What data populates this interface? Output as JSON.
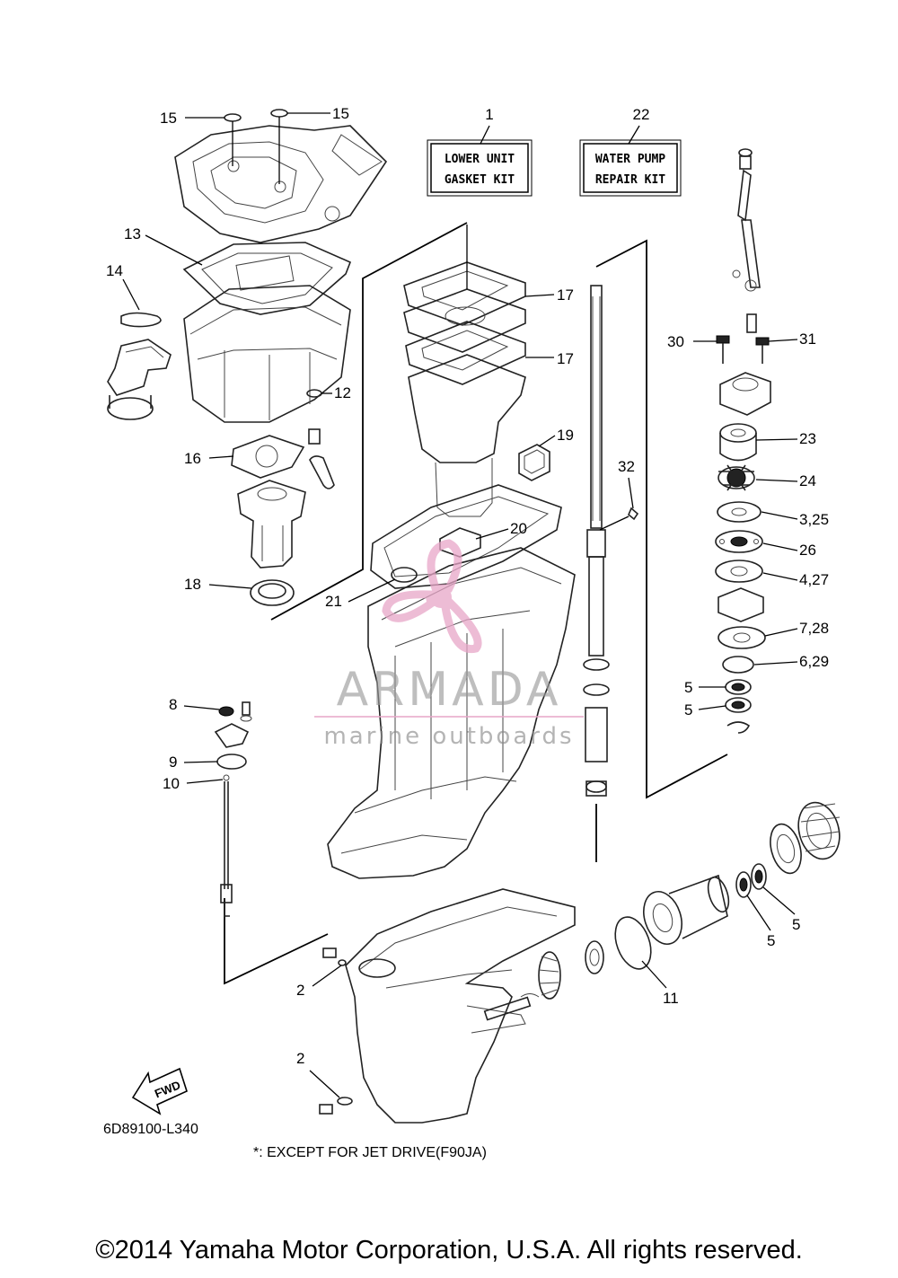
{
  "kits": {
    "lower_unit": {
      "number": "1",
      "line1": "LOWER UNIT",
      "line2": "GASKET KIT"
    },
    "water_pump": {
      "number": "22",
      "line1": "WATER PUMP",
      "line2": "REPAIR KIT"
    }
  },
  "callouts": {
    "c15a": "15",
    "c15b": "15",
    "c13": "13",
    "c14": "14",
    "c12": "12",
    "c16": "16",
    "c18": "18",
    "c17a": "17",
    "c17b": "17",
    "c19": "19",
    "c20": "20",
    "c21": "21",
    "c32": "32",
    "c30": "30",
    "c31": "31",
    "c23": "23",
    "c24": "24",
    "c3_25": "3,25",
    "c26": "26",
    "c4_27": "4,27",
    "c7_28": "7,28",
    "c6_29": "6,29",
    "c5a": "5",
    "c5b": "5",
    "c8": "8",
    "c9": "9",
    "c10": "10",
    "c5c": "5",
    "c5d": "5",
    "c11": "11",
    "c2a": "2",
    "c2b": "2"
  },
  "watermark": {
    "brand": "ARMADA",
    "tagline": "marine outboards",
    "accent": "#e8a6c8"
  },
  "fwd_label": "FWD",
  "doc_code": "6D89100-L340",
  "footnote": "*: EXCEPT FOR JET DRIVE(F90JA)",
  "copyright": "©2014 Yamaha Motor Corporation, U.S.A. All rights reserved."
}
